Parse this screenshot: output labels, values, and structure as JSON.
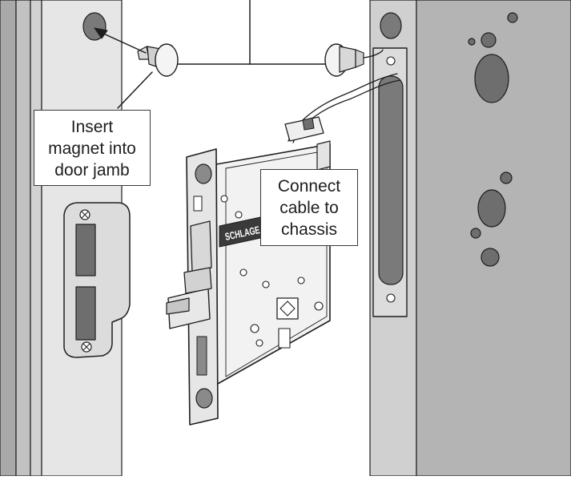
{
  "callouts": {
    "magnet": {
      "lines": [
        "Insert",
        "magnet into",
        "door jamb"
      ]
    },
    "cable": {
      "lines": [
        "Connect",
        "cable to",
        "chassis"
      ]
    }
  },
  "chassis_brand_text": "SCHLAGE",
  "colors": {
    "frame_gray": "#a9a9a9",
    "frame_light": "#d2d2d2",
    "jamb_face": "#e6e6e6",
    "door_face": "#b4b4b4",
    "outline": "#1e1e1e",
    "hole_fill": "#7a7a7a",
    "background": "#ffffff"
  }
}
